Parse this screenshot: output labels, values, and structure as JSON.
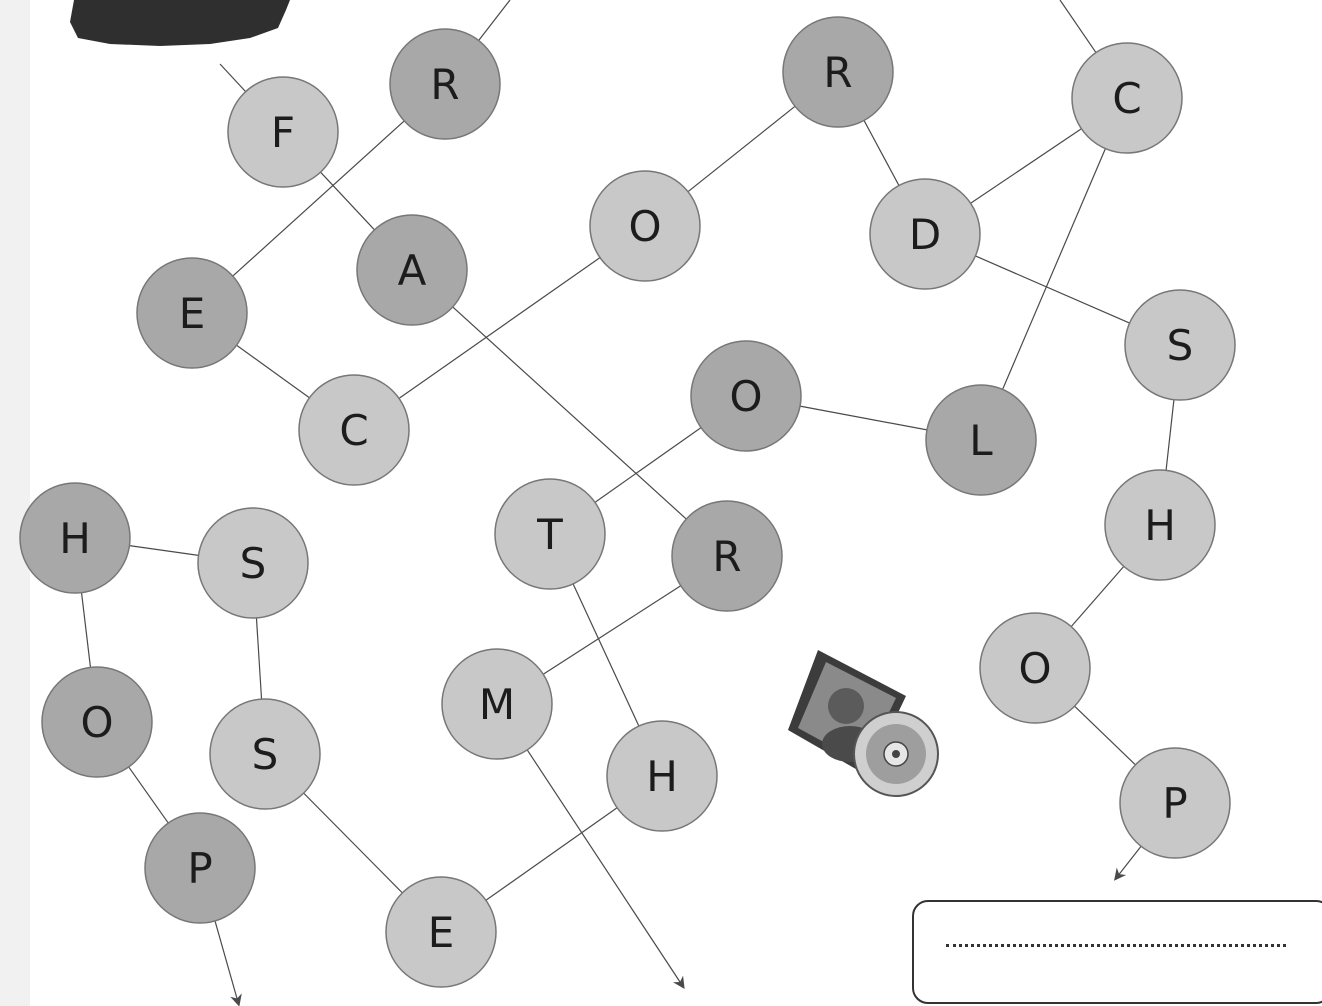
{
  "colors": {
    "node_fill": "#c8c8c8",
    "node_fill_dark": "#a8a8a8",
    "node_stroke": "#777777",
    "line": "#4a4a4a"
  },
  "nodes": [
    {
      "letter": "F",
      "shade": "light"
    },
    {
      "letter": "R",
      "shade": "dark"
    },
    {
      "letter": "A",
      "shade": "dark"
    },
    {
      "letter": "E",
      "shade": "dark"
    },
    {
      "letter": "C",
      "shade": "light"
    },
    {
      "letter": "O",
      "shade": "light"
    },
    {
      "letter": "R",
      "shade": "dark"
    },
    {
      "letter": "D",
      "shade": "light"
    },
    {
      "letter": "C",
      "shade": "light"
    },
    {
      "letter": "S",
      "shade": "light"
    },
    {
      "letter": "L",
      "shade": "dark"
    },
    {
      "letter": "O",
      "shade": "dark"
    },
    {
      "letter": "T",
      "shade": "light"
    },
    {
      "letter": "R",
      "shade": "dark"
    },
    {
      "letter": "H",
      "shade": "light"
    },
    {
      "letter": "O",
      "shade": "light"
    },
    {
      "letter": "P",
      "shade": "light"
    },
    {
      "letter": "M",
      "shade": "light"
    },
    {
      "letter": "H",
      "shade": "light"
    },
    {
      "letter": "E",
      "shade": "light"
    },
    {
      "letter": "H",
      "shade": "dark"
    },
    {
      "letter": "S",
      "shade": "light"
    },
    {
      "letter": "O",
      "shade": "dark"
    },
    {
      "letter": "S",
      "shade": "light"
    },
    {
      "letter": "P",
      "shade": "dark"
    }
  ],
  "icons": {
    "picture": "cd-cover-with-disc-icon",
    "corner": "painted-brush-stroke-icon"
  },
  "answer_box": {
    "lines": 1
  }
}
